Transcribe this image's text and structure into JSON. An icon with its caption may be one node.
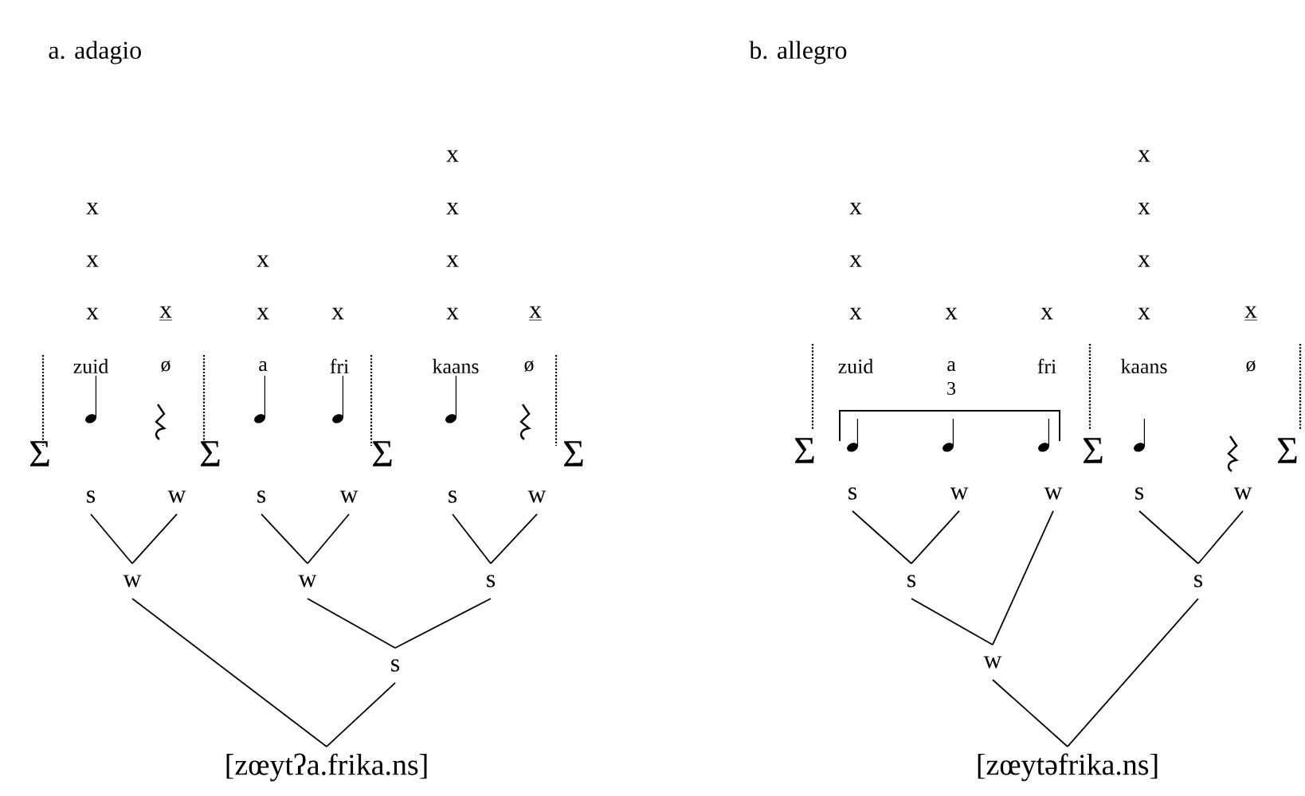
{
  "diagram": {
    "nodes": [
      {
        "text": [
          "s"
        ]
      },
      {
        "text": [
          "w"
        ]
      },
      {
        "text": [
          "s"
        ]
      },
      {
        "text": [
          "w"
        ]
      },
      {
        "text": [
          "s"
        ]
      },
      {
        "text": [
          "w"
        ]
      },
      {
        "text": [
          "w"
        ]
      },
      {
        "text": [
          "w"
        ]
      },
      {
        "text": [
          "s"
        ]
      },
      {
        "text": [
          "s"
        ]
      },
      {
        "text": [
          "[zœytʔa.frika.ns]"
        ]
      },
      {
        "text": [
          "s"
        ]
      },
      {
        "text": [
          "w"
        ]
      },
      {
        "text": [
          "w"
        ]
      },
      {
        "text": [
          "s"
        ]
      },
      {
        "text": [
          "w"
        ]
      },
      {
        "text": [
          "s"
        ]
      },
      {
        "text": [
          "s"
        ]
      },
      {
        "text": [
          "w"
        ]
      },
      {
        "text": [
          "[zœytəfrika.ns]"
        ]
      }
    ],
    "edges": [
      {
        "from": 0,
        "to": 6,
        "arrow": "none"
      },
      {
        "from": 1,
        "to": 6,
        "arrow": "none"
      },
      {
        "from": 2,
        "to": 7,
        "arrow": "none"
      },
      {
        "from": 3,
        "to": 7,
        "arrow": "none"
      },
      {
        "from": 4,
        "to": 8,
        "arrow": "none"
      },
      {
        "from": 5,
        "to": 8,
        "arrow": "none"
      },
      {
        "from": 7,
        "to": 9,
        "arrow": "none"
      },
      {
        "from": 8,
        "to": 9,
        "arrow": "none"
      },
      {
        "from": 6,
        "to": 10,
        "arrow": "none"
      },
      {
        "from": 9,
        "to": 10,
        "arrow": "none"
      },
      {
        "from": 11,
        "to": 16,
        "arrow": "none"
      },
      {
        "from": 12,
        "to": 16,
        "arrow": "none"
      },
      {
        "from": 16,
        "to": 18,
        "arrow": "none"
      },
      {
        "from": 13,
        "to": 18,
        "arrow": "none"
      },
      {
        "from": 14,
        "to": 17,
        "arrow": "none"
      },
      {
        "from": 15,
        "to": 17,
        "arrow": "none"
      },
      {
        "from": 18,
        "to": 19,
        "arrow": "none"
      },
      {
        "from": 17,
        "to": 19,
        "arrow": "none"
      }
    ],
    "labels": [
      "a. adagio",
      "b. allegro",
      "x",
      "x",
      "x",
      "x",
      "x",
      "x",
      "x",
      "x",
      "x",
      "x",
      "x",
      "x",
      "zuid",
      "ø",
      "a",
      "fri",
      "kaans",
      "ø",
      "Σ",
      "Σ",
      "Σ",
      "Σ",
      "x",
      "x",
      "x",
      "x",
      "x",
      "x",
      "x",
      "x",
      "x",
      "x",
      "zuid",
      "a",
      "fri",
      "kaans",
      "ø",
      "3",
      "Σ",
      "Σ",
      "Σ"
    ]
  }
}
